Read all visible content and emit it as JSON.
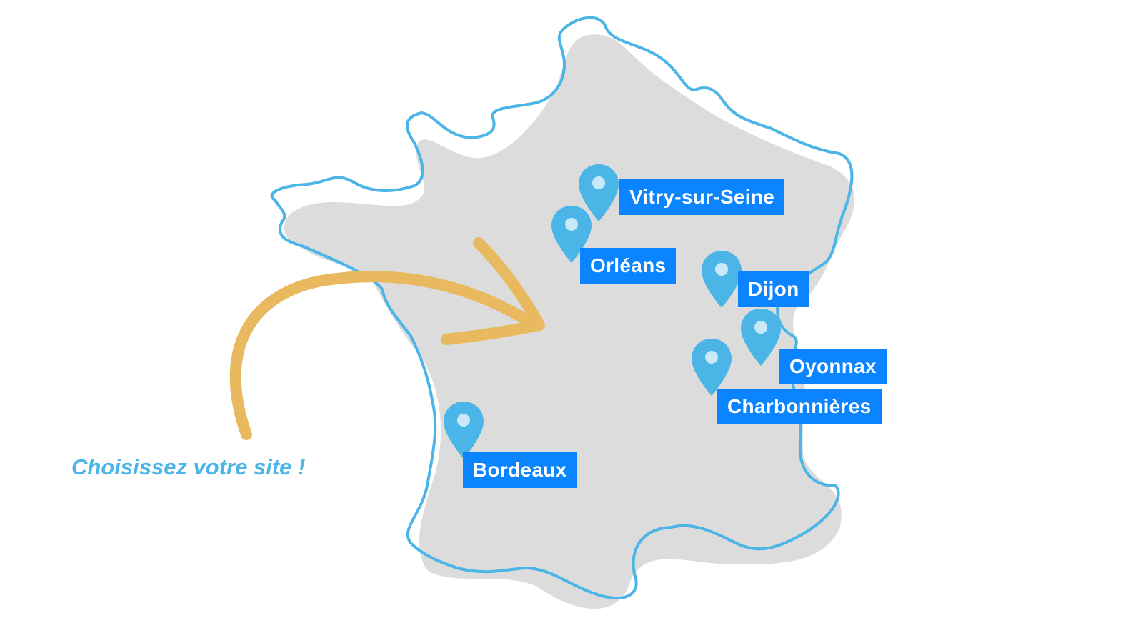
{
  "cta": {
    "text": "Choisissez votre site !"
  },
  "sites": [
    {
      "id": "vitry",
      "label": "Vitry-sur-Seine"
    },
    {
      "id": "orleans",
      "label": "Orléans"
    },
    {
      "id": "dijon",
      "label": "Dijon"
    },
    {
      "id": "oyonnax",
      "label": "Oyonnax"
    },
    {
      "id": "charbonnieres",
      "label": "Charbonnières"
    },
    {
      "id": "bordeaux",
      "label": "Bordeaux"
    }
  ],
  "colors": {
    "label_bg": "#0a84ff",
    "pin": "#4ab5e6",
    "outline": "#4ab5e6",
    "land": "#dcdcdc",
    "arrow": "#e8b95e",
    "cta_text": "#4ab5e6"
  },
  "icons": {
    "pin": "map-pin-icon",
    "arrow": "curved-arrow-icon"
  }
}
